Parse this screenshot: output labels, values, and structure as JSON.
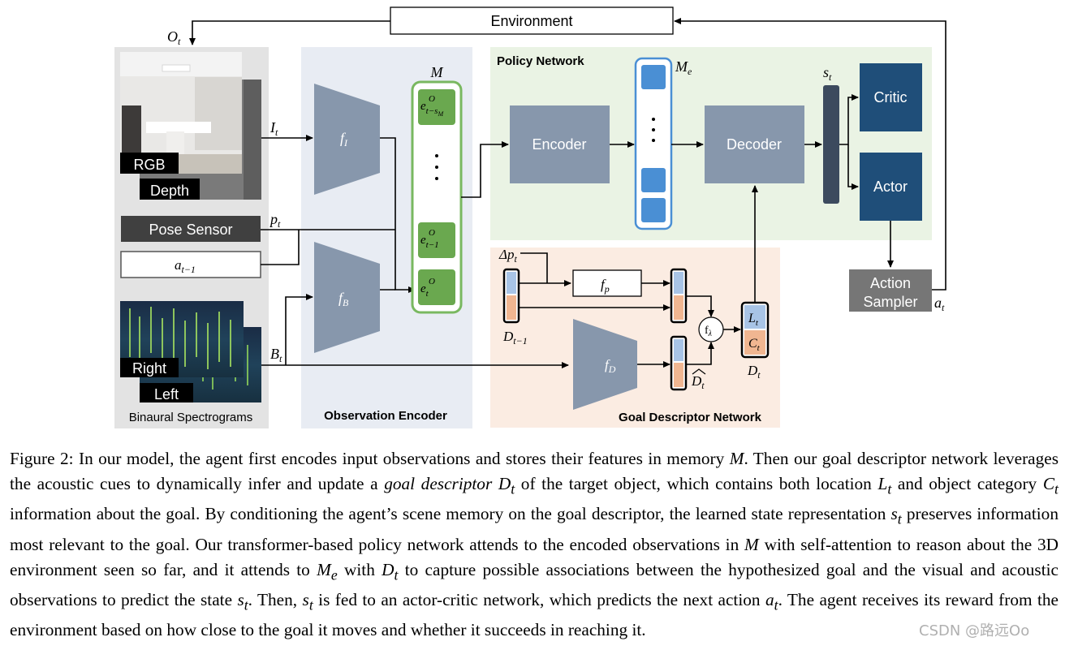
{
  "diagram": {
    "environment": "Environment",
    "o_t": "O",
    "o_sub": "t",
    "rgb": "RGB",
    "depth": "Depth",
    "i_t": "I",
    "pose_sensor": "Pose Sensor",
    "p_t": "p",
    "a_prev": "a",
    "a_prev_sub": "t−1",
    "right": "Right",
    "left": "Left",
    "b_t": "B",
    "binaural_spectrograms": "Binaural Spectrograms",
    "f_i": "f",
    "f_i_sub": "I",
    "f_b": "f",
    "f_b_sub": "B",
    "observation_encoder": "Observation Encoder",
    "memory": "M",
    "mem_top": "e",
    "mem_top_sup": "O",
    "mem_top_sub": "t−s",
    "mem_top_subsub": "M",
    "mem_mid": "e",
    "mem_mid_sup": "O",
    "mem_mid_sub": "t−1",
    "mem_bot": "e",
    "mem_bot_sup": "O",
    "mem_bot_sub": "t",
    "policy_network": "Policy Network",
    "encoder": "Encoder",
    "decoder": "Decoder",
    "m_e": "M",
    "m_e_sub": "e",
    "s_t": "s",
    "critic": "Critic",
    "actor": "Actor",
    "action_sampler_1": "Action",
    "action_sampler_2": "Sampler",
    "a_t": "a",
    "goal_descriptor_network": "Goal Descriptor Network",
    "delta_p": "Δp",
    "f_p": "f",
    "f_p_sub": "p",
    "d_prev": "D",
    "d_prev_sub": "t−1",
    "f_lambda": "f",
    "f_lambda_sub": "λ",
    "l_t": "L",
    "c_t": "C",
    "d_t": "D",
    "f_d": "f",
    "f_d_sub": "D",
    "d_hat": "D",
    "t_sub": "t"
  },
  "caption": {
    "p1": "Figure 2: In our model, the agent first encodes input observations and stores their features in memory ",
    "m1": "M",
    "p2": ". Then our goal descriptor network leverages the acoustic cues to dynamically infer and update a ",
    "goal": "goal descriptor",
    "sp": " ",
    "d1": "D",
    "t1": "t",
    "p3": " of the target object, which contains both location ",
    "l1": "L",
    "t2": "t",
    "p4": " and object category ",
    "c1": "C",
    "t3": "t",
    "p5": " information about the goal. By conditioning the agent’s scene memory on the goal descriptor, the learned state representation ",
    "s1": "s",
    "t4": "t",
    "p6": " preserves information most relevant to the goal. Our transformer-based policy network attends to the encoded observations in ",
    "m2": "M",
    "p7": " with self-attention to reason about the 3D environment seen so far, and it attends to ",
    "m3": "M",
    "e3": "e",
    "p8": " with ",
    "d2": "D",
    "t5": "t",
    "p9": " to capture possible associations between the hypothesized goal and the visual and acoustic observations to predict the state ",
    "s2": "s",
    "t6": "t",
    "p10": ". Then, ",
    "s3": "s",
    "t7": "t",
    "p11": " is fed to an actor-critic network, which predicts the next action ",
    "a1": "a",
    "t8": "t",
    "p12": ". The agent receives its reward from the environment based on how close to the goal it moves and whether it succeeds in reaching it."
  },
  "watermark": "CSDN @路远Oo",
  "colors": {
    "encoder_gray": "#8797ac",
    "memory_green": "#6aa84f",
    "memory_border": "#79b860",
    "mem_blue": "#4a8fd4",
    "critic_navy": "#1f4e79",
    "policy_bg": "#eaf3e4",
    "obs_bg": "#e8ecf3",
    "goal_bg": "#fbece2",
    "sensor_bg": "#e3e3e3"
  }
}
